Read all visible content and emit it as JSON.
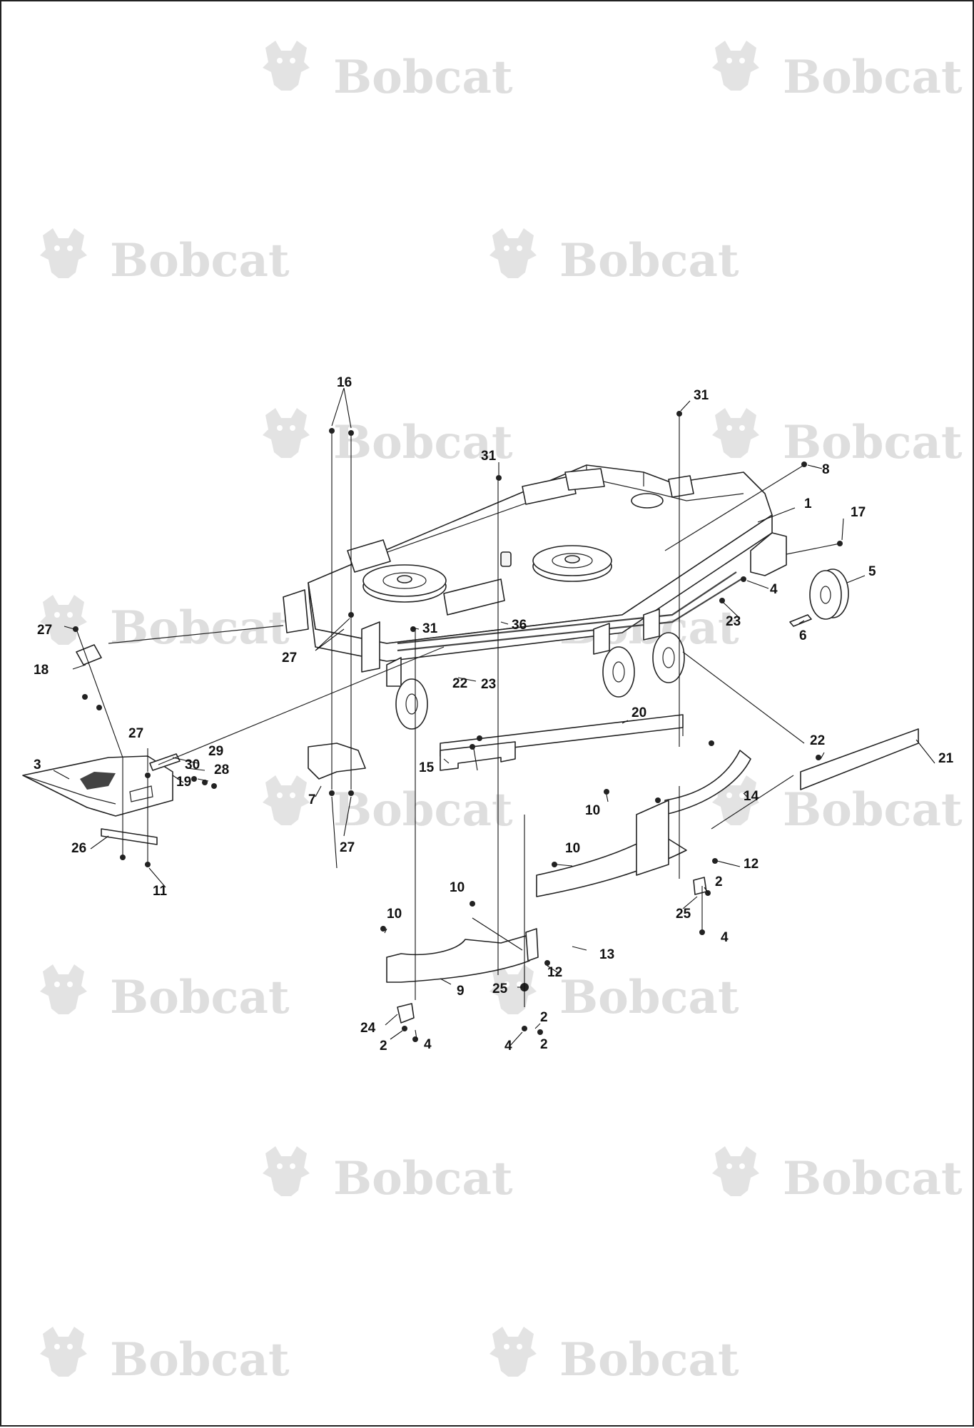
{
  "watermark": {
    "brand": "Bobcat",
    "reg": "®",
    "icon": "bobcat-logo-icon"
  },
  "callouts": [
    {
      "id": "c1",
      "text": "1"
    },
    {
      "id": "c2a",
      "text": "2"
    },
    {
      "id": "c2b",
      "text": "2"
    },
    {
      "id": "c2c",
      "text": "2"
    },
    {
      "id": "c2d",
      "text": "2"
    },
    {
      "id": "c3",
      "text": "3"
    },
    {
      "id": "c4a",
      "text": "4"
    },
    {
      "id": "c4b",
      "text": "4"
    },
    {
      "id": "c4c",
      "text": "4"
    },
    {
      "id": "c4d",
      "text": "4"
    },
    {
      "id": "c5",
      "text": "5"
    },
    {
      "id": "c6",
      "text": "6"
    },
    {
      "id": "c7",
      "text": "7"
    },
    {
      "id": "c8",
      "text": "8"
    },
    {
      "id": "c9",
      "text": "9"
    },
    {
      "id": "c10a",
      "text": "10"
    },
    {
      "id": "c10b",
      "text": "10"
    },
    {
      "id": "c10c",
      "text": "10"
    },
    {
      "id": "c10d",
      "text": "10"
    },
    {
      "id": "c11",
      "text": "11"
    },
    {
      "id": "c12a",
      "text": "12"
    },
    {
      "id": "c12b",
      "text": "12"
    },
    {
      "id": "c13",
      "text": "13"
    },
    {
      "id": "c14",
      "text": "14"
    },
    {
      "id": "c15",
      "text": "15"
    },
    {
      "id": "c16",
      "text": "16"
    },
    {
      "id": "c17",
      "text": "17"
    },
    {
      "id": "c18",
      "text": "18"
    },
    {
      "id": "c19",
      "text": "19"
    },
    {
      "id": "c20",
      "text": "20"
    },
    {
      "id": "c21",
      "text": "21"
    },
    {
      "id": "c22a",
      "text": "22"
    },
    {
      "id": "c22b",
      "text": "22"
    },
    {
      "id": "c23a",
      "text": "23"
    },
    {
      "id": "c23b",
      "text": "23"
    },
    {
      "id": "c24",
      "text": "24"
    },
    {
      "id": "c25a",
      "text": "25"
    },
    {
      "id": "c25b",
      "text": "25"
    },
    {
      "id": "c26",
      "text": "26"
    },
    {
      "id": "c27a",
      "text": "27"
    },
    {
      "id": "c27b",
      "text": "27"
    },
    {
      "id": "c27c",
      "text": "27"
    },
    {
      "id": "c27d",
      "text": "27"
    },
    {
      "id": "c28",
      "text": "28"
    },
    {
      "id": "c29",
      "text": "29"
    },
    {
      "id": "c30",
      "text": "30"
    },
    {
      "id": "c31a",
      "text": "31"
    },
    {
      "id": "c31b",
      "text": "31"
    },
    {
      "id": "c31c",
      "text": "31"
    },
    {
      "id": "c36",
      "text": "36"
    }
  ]
}
